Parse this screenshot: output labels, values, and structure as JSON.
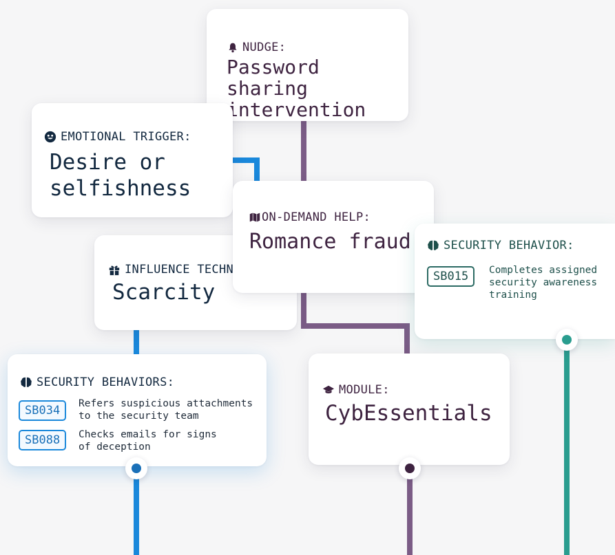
{
  "nudge": {
    "label": "NUDGE:",
    "title": "Password sharing\nintervention",
    "icon": "bell-icon"
  },
  "emotional": {
    "label": "EMOTIONAL TRIGGER:",
    "title": "Desire or\nselfishness",
    "icon": "smiley-icon"
  },
  "ondemand": {
    "label": "ON-DEMAND HELP:",
    "title": "Romance fraud",
    "icon": "map-icon"
  },
  "influence": {
    "label": "INFLUENCE TECHNIQUE:",
    "title": "Scarcity",
    "icon": "gift-icon"
  },
  "behavior_single": {
    "label": "SECURITY BEHAVIOR:",
    "icon": "brain-icon",
    "items": [
      {
        "code": "SB015",
        "text": "Completes assigned\nsecurity awareness\ntraining"
      }
    ]
  },
  "behaviors": {
    "label": "SECURITY BEHAVIORS:",
    "icon": "brain-icon",
    "items": [
      {
        "code": "SB034",
        "text": "Refers suspicious attachments\nto the security team"
      },
      {
        "code": "SB088",
        "text": "Checks emails for signs\nof deception"
      }
    ]
  },
  "module": {
    "label": "MODULE:",
    "title": "CybEssentials",
    "icon": "graduation-cap-icon"
  },
  "colors": {
    "blue": "#1a88db",
    "purple": "#7b5c86",
    "teal": "#2a9d8f",
    "navy": "#12283f",
    "plum": "#3e2340"
  }
}
